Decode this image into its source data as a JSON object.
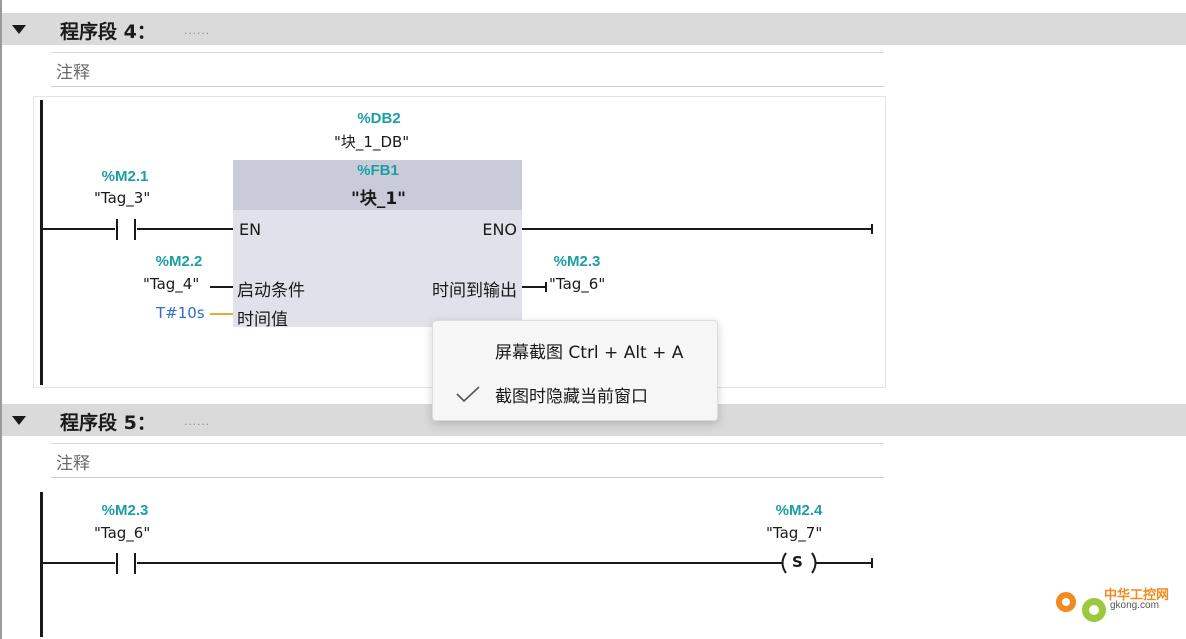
{
  "networks": [
    {
      "title": "程序段 4：",
      "dots": "......",
      "comment": "注释",
      "contact_in": {
        "address": "%M2.1",
        "symbol": "\"Tag_3\""
      },
      "block": {
        "instance_address": "%DB2",
        "instance_name": "\"块_1_DB\"",
        "fb_address": "%FB1",
        "fb_name": "\"块_1\"",
        "pin_en": "EN",
        "pin_eno": "ENO",
        "input_1_label": "启动条件",
        "input_2_label": "时间值",
        "output_1_label": "时间到输出"
      },
      "input_1": {
        "address": "%M2.2",
        "symbol": "\"Tag_4\""
      },
      "input_2_constant": "T#10s",
      "output_1": {
        "address": "%M2.3",
        "symbol": "\"Tag_6\""
      }
    },
    {
      "title": "程序段 5：",
      "dots": "......",
      "comment": "注释",
      "contact_in": {
        "address": "%M2.3",
        "symbol": "\"Tag_6\""
      },
      "coil": {
        "address": "%M2.4",
        "symbol": "\"Tag_7\"",
        "type": "S"
      }
    }
  ],
  "context_menu": {
    "items": [
      {
        "label": "屏幕截图 Ctrl + Alt + A",
        "checked": false
      },
      {
        "label": "截图时隐藏当前窗口",
        "checked": true
      }
    ]
  },
  "watermark": {
    "text_cn": "中华工控网",
    "text_url": "gkong.com"
  },
  "colors": {
    "header_bg": "#dadada",
    "address": "#1a9fa5",
    "constant": "#2f6fc3",
    "block_body": "#e0e1ea",
    "block_head": "#c9ccd8",
    "constant_wire": "#f0a830"
  }
}
